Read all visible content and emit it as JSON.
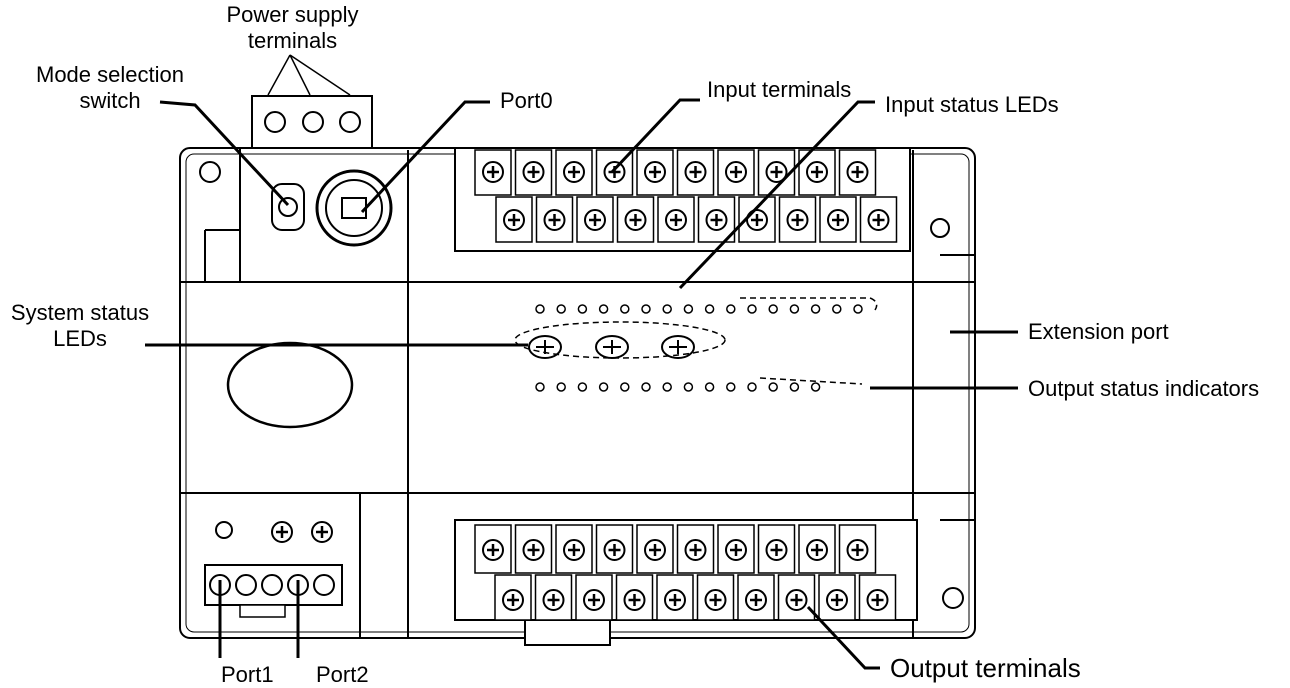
{
  "labels": {
    "power_supply_line1": "Power supply",
    "power_supply_line2": "terminals",
    "mode_line1": "Mode selection",
    "mode_line2": "switch",
    "port0": "Port0",
    "input_terminals": "Input terminals",
    "input_status_leds": "Input status LEDs",
    "system_status_line1": "System status",
    "system_status_line2": "LEDs",
    "extension_port": "Extension port",
    "output_status_indicators": "Output status indicators",
    "output_terminals": "Output terminals",
    "port1": "Port1",
    "port2": "Port2"
  },
  "colors": {
    "line": "#000000",
    "background": "#ffffff"
  }
}
